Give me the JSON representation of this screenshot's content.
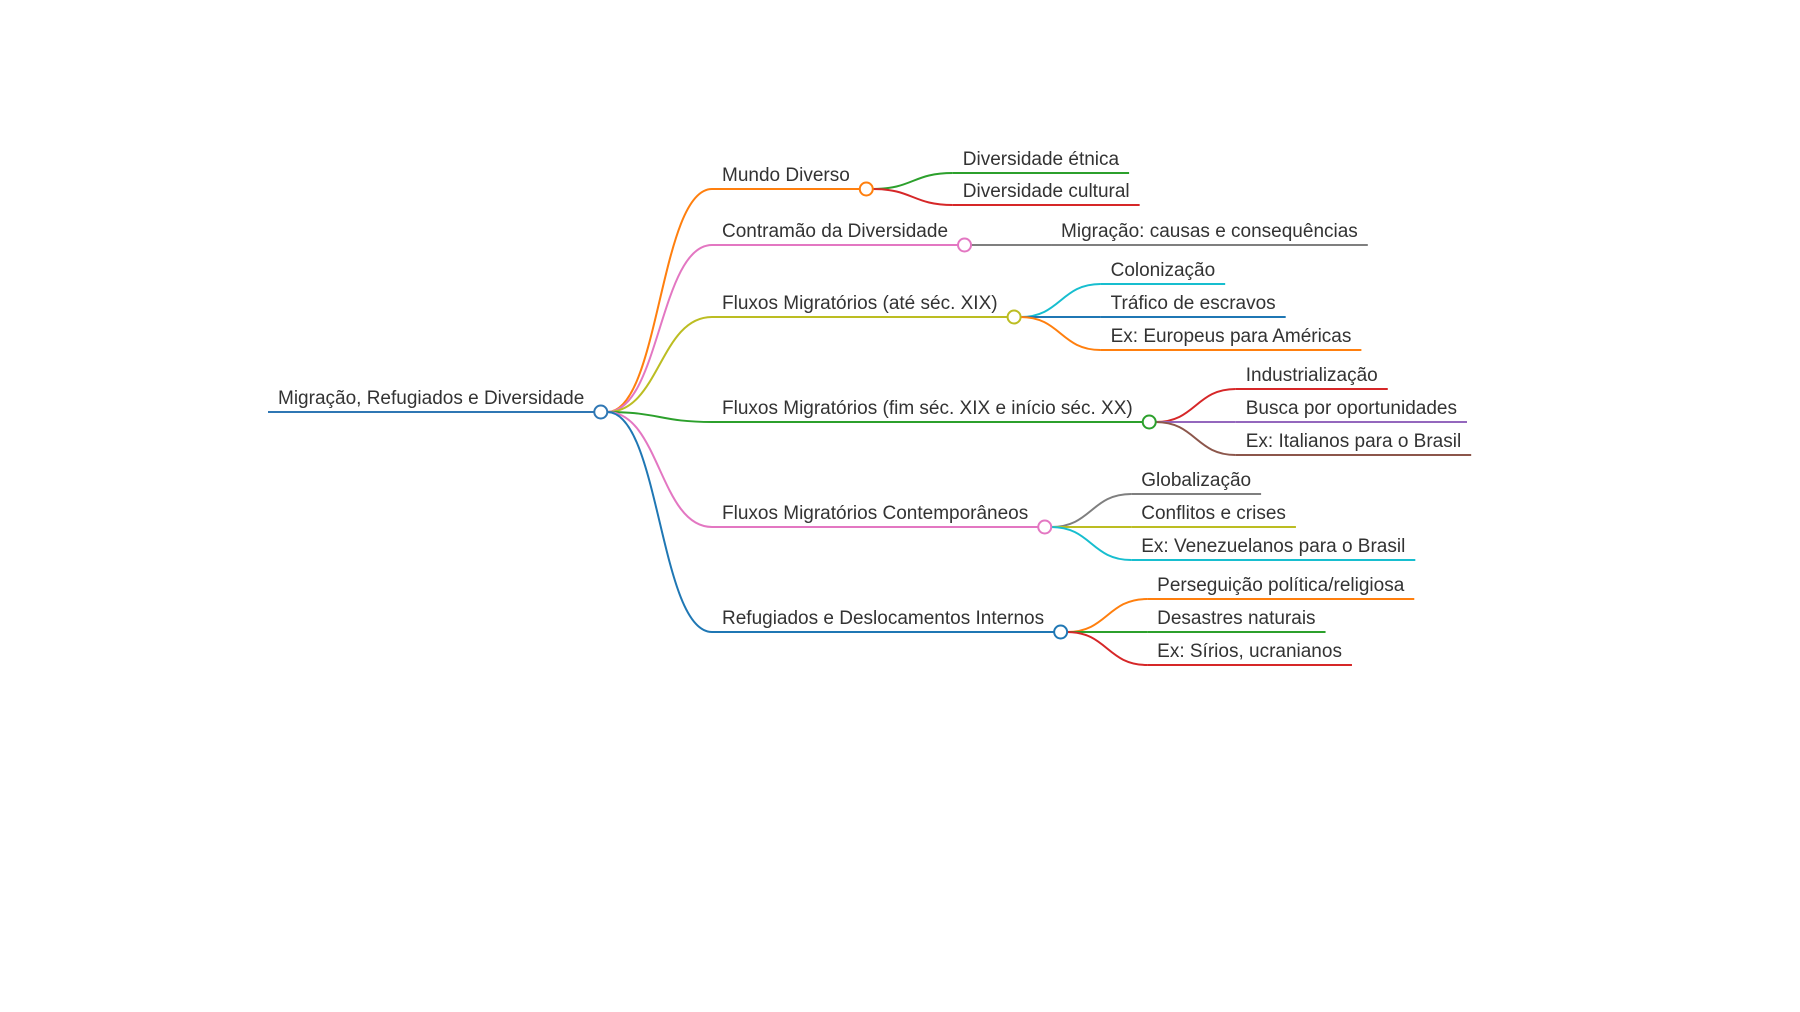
{
  "root": {
    "label": "Migração, Refugiados e Diversidade",
    "color": "#2f77b4",
    "children": [
      {
        "label": "Mundo Diverso",
        "color": "#ff7f0e",
        "children": [
          {
            "label": "Diversidade étnica",
            "color": "#2ca02c"
          },
          {
            "label": "Diversidade cultural",
            "color": "#d62728"
          }
        ]
      },
      {
        "label": "Contramão da Diversidade",
        "color": "#e377c2",
        "children": [
          {
            "label": "Migração: causas e consequências",
            "color": "#7f7f7f"
          }
        ]
      },
      {
        "label": "Fluxos Migratórios (até séc. XIX)",
        "color": "#bcbd22",
        "children": [
          {
            "label": "Colonização",
            "color": "#17becf"
          },
          {
            "label": "Tráfico de escravos",
            "color": "#1f77b4"
          },
          {
            "label": "Ex: Europeus para Américas",
            "color": "#ff7f0e"
          }
        ]
      },
      {
        "label": "Fluxos Migratórios (fim séc. XIX e início séc. XX)",
        "color": "#2ca02c",
        "children": [
          {
            "label": "Industrialização",
            "color": "#d62728"
          },
          {
            "label": "Busca por oportunidades",
            "color": "#9467bd"
          },
          {
            "label": "Ex: Italianos para o Brasil",
            "color": "#8c564b"
          }
        ]
      },
      {
        "label": "Fluxos Migratórios Contemporâneos",
        "color": "#e377c2",
        "children": [
          {
            "label": "Globalização",
            "color": "#7f7f7f"
          },
          {
            "label": "Conflitos e crises",
            "color": "#bcbd22"
          },
          {
            "label": "Ex: Venezuelanos para o Brasil",
            "color": "#17becf"
          }
        ]
      },
      {
        "label": "Refugiados e Deslocamentos Internos",
        "color": "#1f77b4",
        "children": [
          {
            "label": "Perseguição política/religiosa",
            "color": "#ff7f0e"
          },
          {
            "label": "Desastres naturais",
            "color": "#2ca02c"
          },
          {
            "label": "Ex: Sírios, ucranianos",
            "color": "#d62728"
          }
        ]
      }
    ]
  }
}
